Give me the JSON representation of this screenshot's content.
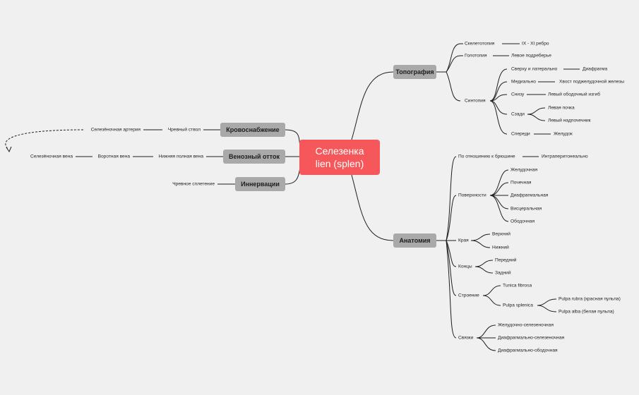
{
  "center": {
    "line1": "Селезенка",
    "line2": "lien (splen)"
  },
  "branches": {
    "topography": "Топография",
    "anatomy": "Анатомия",
    "blood_supply": "Кровоснабжение",
    "venous_outflow": "Венозный отток",
    "innervation": "Иннервации"
  },
  "topography": {
    "skeletotopy": "Скелетотопия",
    "skeletotopy_val": "IX - XI ребро",
    "holotopy": "Голотопия",
    "holotopy_val": "Левое подреберье",
    "syntopy": "Синтопия",
    "above_lateral": "Сверху и латерально",
    "diaphragm": "Диафрагма",
    "medial": "Медиально",
    "pancreas_tail": "Хвост поджелудочной железы",
    "below": "Снизу",
    "colic_flexure": "Левый ободочный изгиб",
    "behind": "Сзади",
    "left_kidney": "Левая почка",
    "left_adrenal": "Левый надпочечник",
    "front": "Спереди",
    "stomach": "Желудок"
  },
  "anatomy": {
    "peritoneum": "По отношению к брюшине",
    "intraperitoneal": "Интраперитонеально",
    "surfaces": "Поверхности",
    "surf_gastric": "Желудочная",
    "surf_renal": "Почечная",
    "surf_diaphragm": "Диафрагмальная",
    "surf_visceral": "Висцеральная",
    "surf_colic": "Ободочная",
    "margins": "Края",
    "margin_upper": "Верхний",
    "margin_lower": "Нижний",
    "ends": "Концы",
    "end_anterior": "Передний",
    "end_posterior": "Задний",
    "structure": "Строение",
    "tunica": "Tunica fibrosa",
    "pulpa": "Pulpa splenica",
    "pulpa_rubra": "Pulpa rubra (красная пульпа)",
    "pulpa_alba": "Pulpa alba (белая пульпа)",
    "ligaments": "Связки",
    "lig_gastro": "Желудочно-селезеночная",
    "lig_phrenico": "Диафрагмально-селезеночная",
    "lig_colic": "Диафрагмально-ободочная"
  },
  "left": {
    "celiac_trunk": "Чревный ствол",
    "splenic_artery": "Селезёночная артерия",
    "ivc": "Нижняя полная вена",
    "portal_vein": "Воротная вена",
    "splenic_vein": "Селезёночная вена",
    "celiac_plexus": "Чревное сплетение"
  },
  "colors": {
    "background": "#f0f0f0",
    "central": "#f5575a",
    "branch": "#a9a9a9",
    "line": "#1e1e1e"
  }
}
